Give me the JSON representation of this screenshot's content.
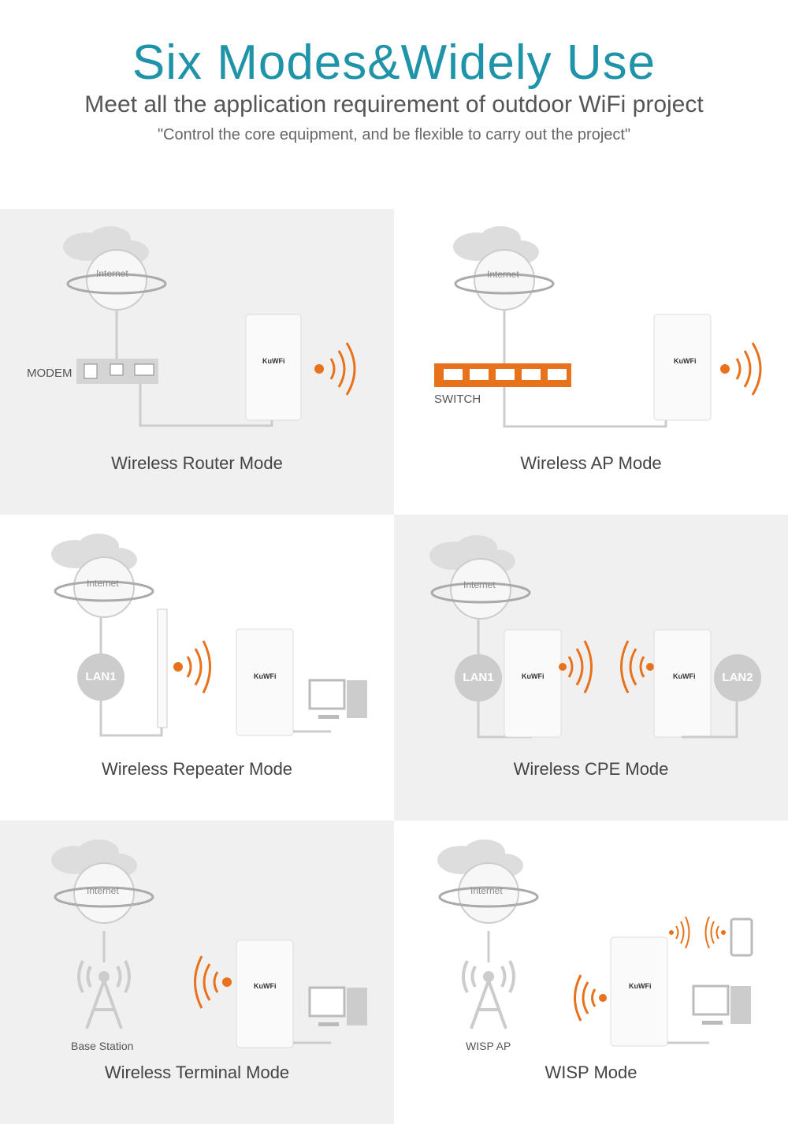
{
  "header": {
    "title": "Six Modes&Widely Use",
    "subtitle": "Meet all the application requirement of outdoor WiFi project",
    "quote": "\"Control the core equipment, and be flexible to carry out the project\""
  },
  "common": {
    "internet": "Internet",
    "brand": "KuWFi"
  },
  "panels": {
    "router": {
      "caption": "Wireless Router Mode",
      "device_label": "MODEM"
    },
    "ap": {
      "caption": "Wireless AP Mode",
      "device_label": "SWITCH"
    },
    "repeater": {
      "caption": "Wireless Repeater Mode",
      "lan": "LAN1"
    },
    "cpe": {
      "caption": "Wireless CPE Mode",
      "lan1": "LAN1",
      "lan2": "LAN2"
    },
    "terminal": {
      "caption": "Wireless Terminal Mode",
      "station": "Base Station"
    },
    "wisp": {
      "caption": "WISP Mode",
      "station": "WISP AP"
    }
  },
  "colors": {
    "accent": "#e8721c",
    "title": "#1f93a8",
    "panel_bg": "#f0f0f0"
  }
}
